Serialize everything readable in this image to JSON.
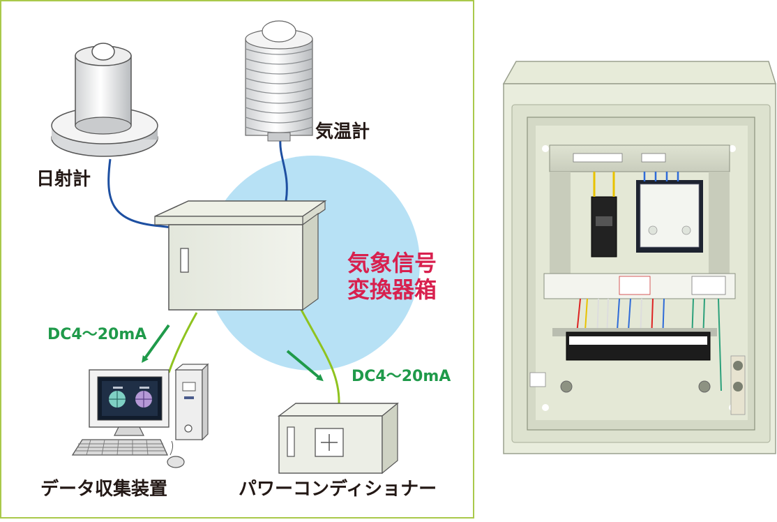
{
  "diagram": {
    "pyranometer_label": "日射計",
    "thermometer_label": "気温計",
    "converter_label_line1": "気象信号",
    "converter_label_line2": "変換器箱",
    "signal_left": "DC4〜20mA",
    "signal_right": "DC4〜20mA",
    "data_logger_label": "データ収集装置",
    "power_conditioner_label": "パワーコンディショナー"
  },
  "colors": {
    "frame_border": "#a9c94a",
    "bubble": "#b7e1f5",
    "cable_blue": "#1d4fa1",
    "cable_green": "#8fc31f",
    "arrow_green": "#1f9a4a",
    "converter_text": "#d8204e",
    "enclosure": "#e9eddd"
  }
}
